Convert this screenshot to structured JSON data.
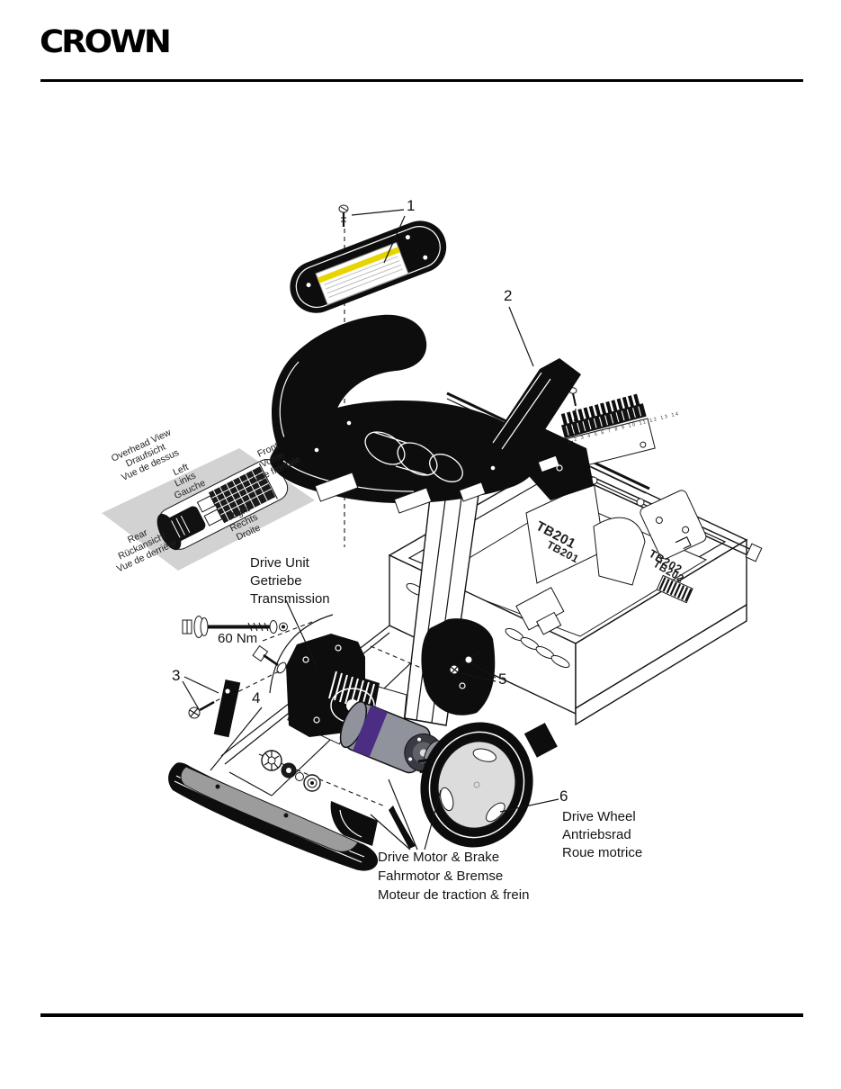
{
  "header": {
    "logo_text": "CROWN"
  },
  "diagram": {
    "callout_numbers": [
      "1",
      "2",
      "3",
      "4",
      "5",
      "6"
    ],
    "labels": {
      "drive_unit": "Drive Unit\nGetriebe\nTransmission",
      "torque": "60 Nm",
      "drive_motor_brake": "Drive Motor & Brake\nFahrmotor & Bremse\nMoteur de traction & frein",
      "drive_wheel": "Drive Wheel\nAntriebsrad\nRoue motrice",
      "tb201_primary": "TB201",
      "tb201_secondary": "TB201",
      "tb202_primary": "TB202",
      "tb202_secondary": "TB202",
      "terminal_plate_numbers": "1 2 3 4 5 6 7 8 9 10 11 12 13 14"
    },
    "legend": {
      "overhead": "Overhead View\nDraufsicht\nVue de dessus",
      "left": "Left\nLinks\nGauche",
      "front": "Front\nVorne\nVue frontale",
      "right": "Right\nRechts\nDroite",
      "rear": "Rear\nRückansicht\nVue de derrière"
    }
  },
  "colors": {
    "label_stripe_yellow": "#e8d400",
    "motor_band_purple": "#4b2e83",
    "motor_gray": "#90929c",
    "brake_gray": "#b9bbc2",
    "hub_gray": "#dcdcdc",
    "bumper_gray": "#9c9c9c",
    "legend_gray": "#d2d2d2"
  }
}
